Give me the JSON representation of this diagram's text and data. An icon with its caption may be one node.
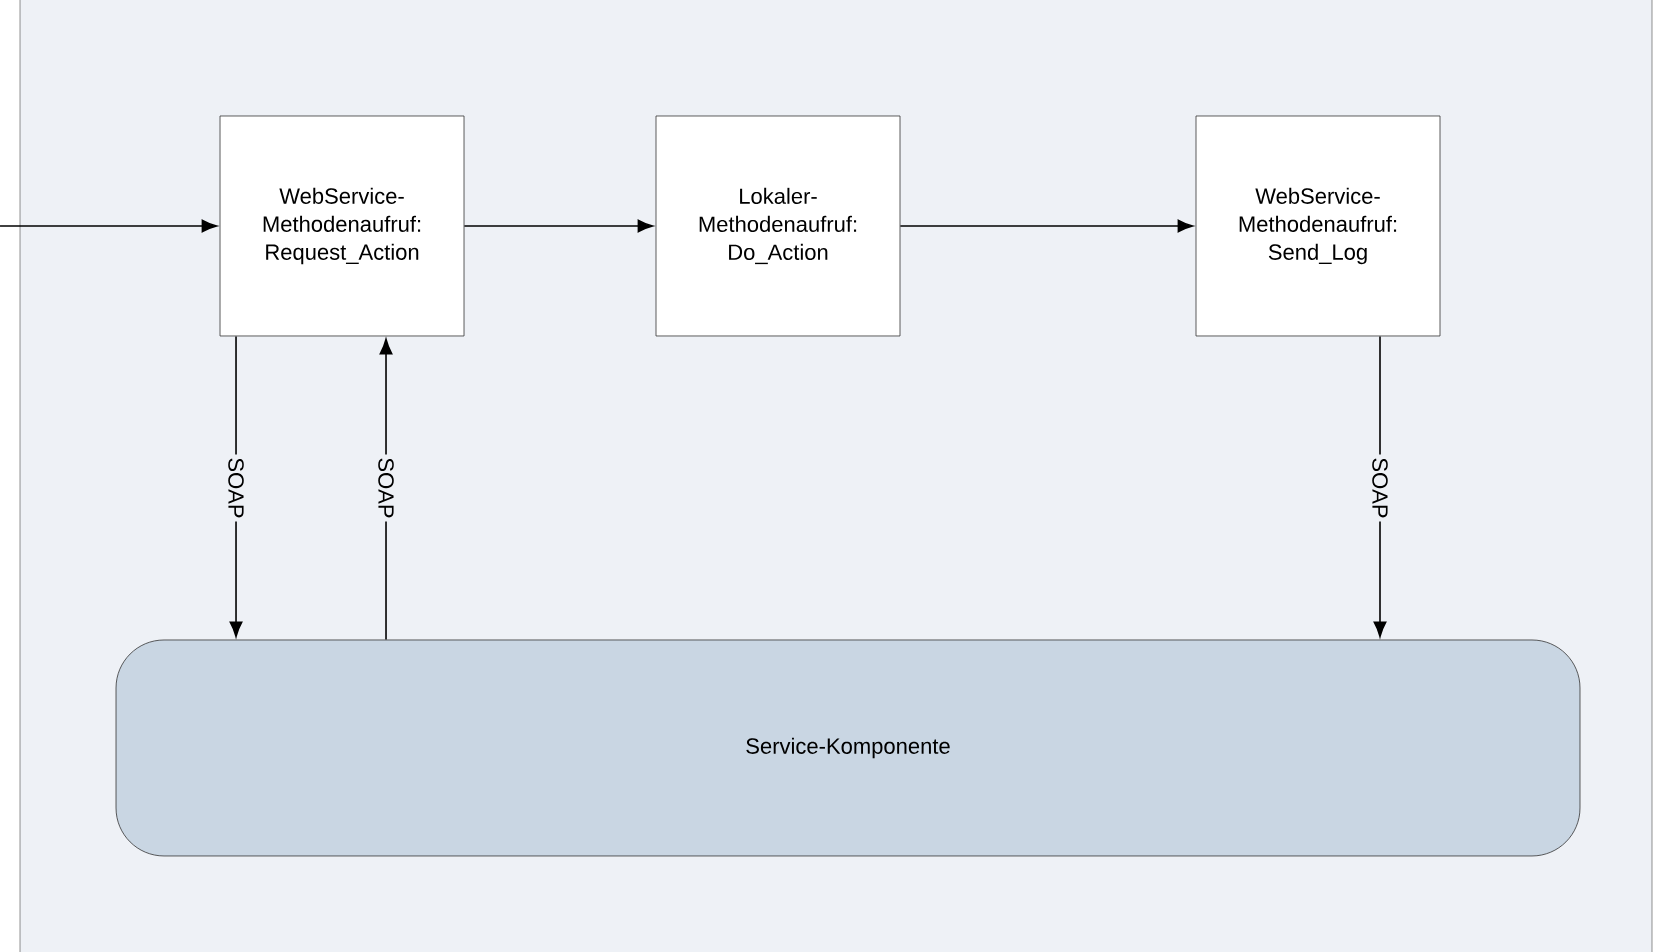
{
  "diagram": {
    "nodes": [
      {
        "text": [
          "WebService-Methodenaufruf: Request_Action"
        ]
      },
      {
        "text": [
          "Lokaler-Methodenaufruf: Do_Action"
        ]
      },
      {
        "text": [
          "WebService-Methodenaufruf: Send_Log"
        ]
      },
      {
        "text": [
          "Service-Komponente"
        ]
      }
    ],
    "edges": [
      {
        "from": null,
        "to": 0,
        "arrow": "to"
      },
      {
        "from": 0,
        "to": 1,
        "arrow": "to"
      },
      {
        "from": 1,
        "to": 2,
        "arrow": "to"
      },
      {
        "from": 0,
        "to": 3,
        "arrow": "to",
        "label": "SOAP"
      },
      {
        "from": 3,
        "to": 0,
        "arrow": "to",
        "label": "SOAP"
      },
      {
        "from": 2,
        "to": 3,
        "arrow": "to",
        "label": "SOAP"
      }
    ]
  }
}
